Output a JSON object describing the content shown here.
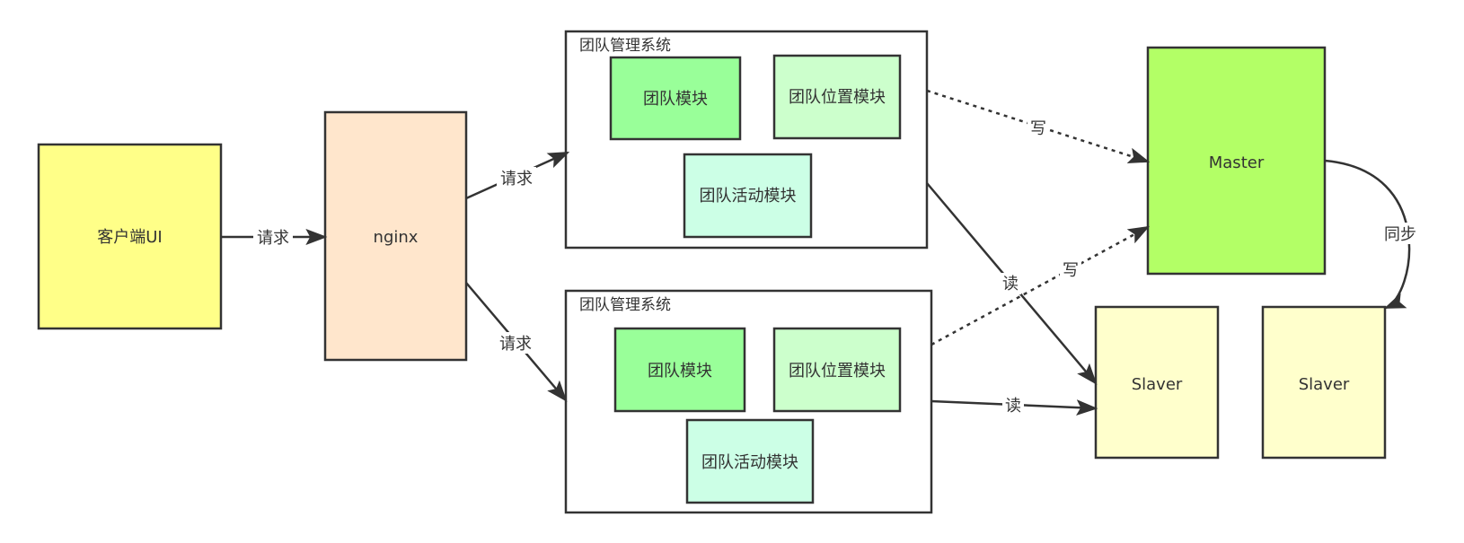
{
  "nodes": {
    "client": {
      "label": "客户端UI",
      "color": "#FFFF88"
    },
    "nginx": {
      "label": "nginx",
      "color": "#FFE6CC"
    },
    "system1": {
      "title": "团队管理系统",
      "color": "#FFFFFF"
    },
    "system1_team": {
      "label": "团队模块",
      "color": "#99FF99"
    },
    "system1_position": {
      "label": "团队位置模块",
      "color": "#CCFFCC"
    },
    "system1_activity": {
      "label": "团队活动模块",
      "color": "#CCFFE6"
    },
    "system2": {
      "title": "团队管理系统",
      "color": "#FFFFFF"
    },
    "system2_team": {
      "label": "团队模块",
      "color": "#99FF99"
    },
    "system2_position": {
      "label": "团队位置模块",
      "color": "#CCFFCC"
    },
    "system2_activity": {
      "label": "团队活动模块",
      "color": "#CCFFE6"
    },
    "master": {
      "label": "Master",
      "color": "#B3FF66"
    },
    "slaver1": {
      "label": "Slaver",
      "color": "#FFFFCC"
    },
    "slaver2": {
      "label": "Slaver",
      "color": "#FFFFCC"
    }
  },
  "edges": {
    "client_nginx": {
      "label": "请求",
      "style": "solid"
    },
    "nginx_system1": {
      "label": "请求",
      "style": "solid"
    },
    "nginx_system2": {
      "label": "请求",
      "style": "solid"
    },
    "system1_master": {
      "label": "写",
      "style": "dashed"
    },
    "system2_master": {
      "label": "写",
      "style": "dashed"
    },
    "system1_slaver": {
      "label": "读",
      "style": "solid"
    },
    "system2_slaver": {
      "label": "读",
      "style": "solid"
    },
    "master_slaver": {
      "label": "同步",
      "style": "solid"
    }
  }
}
